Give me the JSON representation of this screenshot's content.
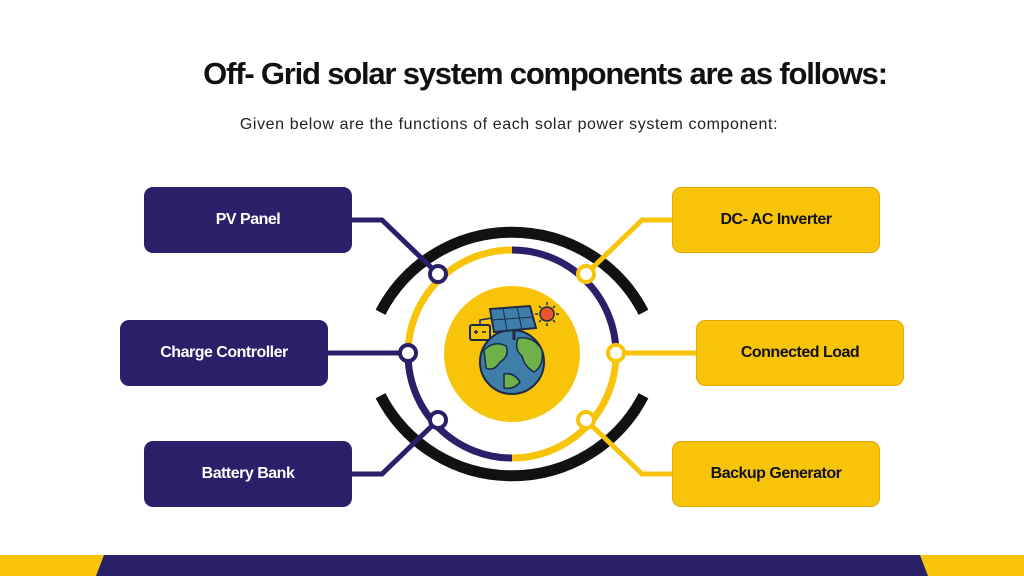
{
  "header": {
    "title": "Off- Grid solar system components are as follows:",
    "subtitle": "Given below are the functions of each solar power system component:"
  },
  "components": {
    "left": [
      "PV Panel",
      "Charge Controller",
      "Battery Bank"
    ],
    "right": [
      "DC- AC Inverter",
      "Connected Load",
      "Backup Generator"
    ]
  },
  "center_icon": "solar-panel-earth-icon",
  "colors": {
    "purple": "#2b1f6a",
    "yellow": "#f8c40a",
    "black": "#111111",
    "earth_blue": "#3f7ea8",
    "earth_green": "#6fb04a"
  }
}
